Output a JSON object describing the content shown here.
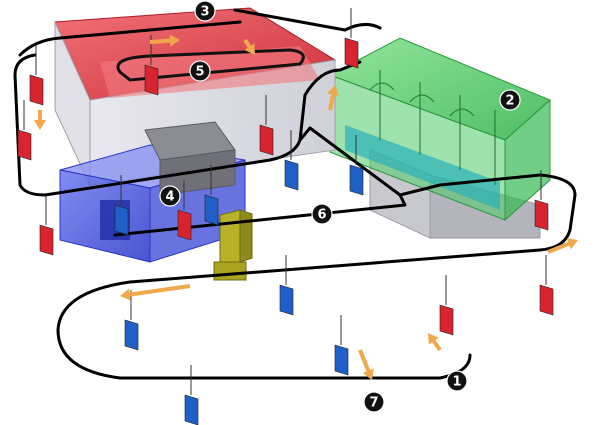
{
  "diagram": {
    "markers": [
      {
        "id": "1",
        "label": "1"
      },
      {
        "id": "2",
        "label": "2"
      },
      {
        "id": "3",
        "label": "3"
      },
      {
        "id": "4",
        "label": "4"
      },
      {
        "id": "5",
        "label": "5"
      },
      {
        "id": "6",
        "label": "6"
      },
      {
        "id": "7",
        "label": "7"
      }
    ],
    "colors": {
      "pretreatment_booth": "#3fc85a",
      "curing_oven": "#e23a44",
      "powder_booth": "#3b49d6",
      "conveyor": "#000000",
      "flow_arrow": "#f0a84a",
      "part_red": "#d8242f",
      "part_blue": "#1f5fc8",
      "filter_unit": "#b8b22a"
    },
    "icons": [
      "conveyor-rail",
      "flow-arrow",
      "hanging-part",
      "marker-badge"
    ]
  }
}
